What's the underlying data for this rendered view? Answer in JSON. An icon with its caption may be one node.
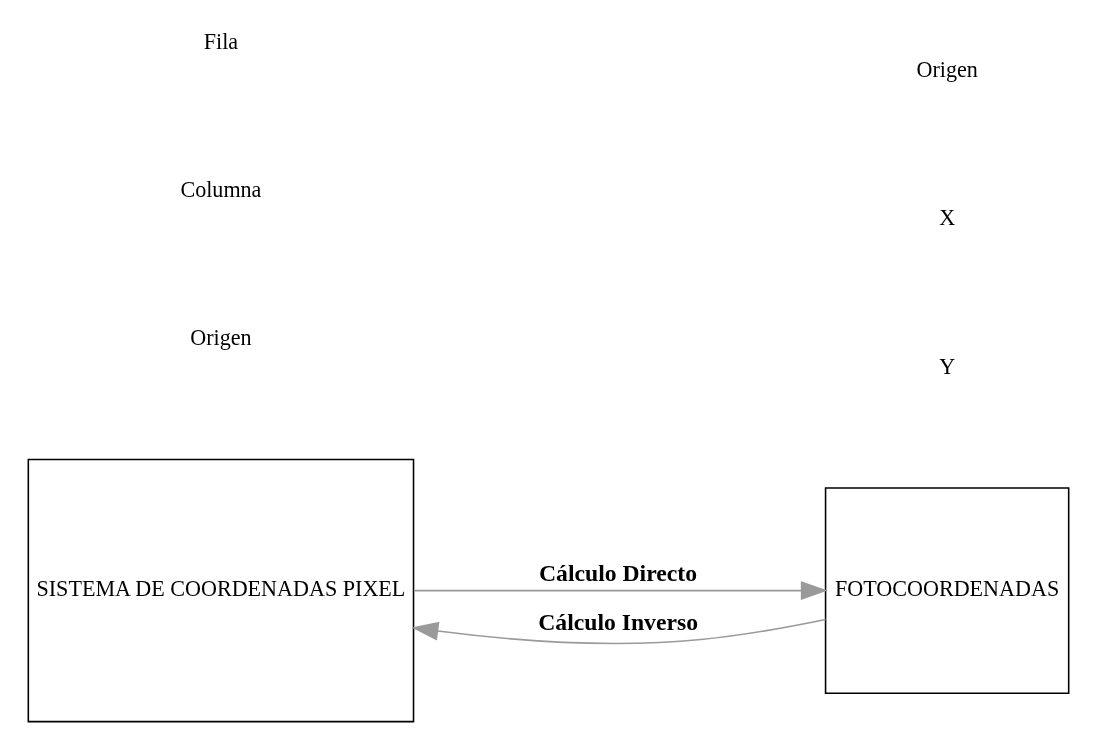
{
  "diagram": {
    "nodes": [
      {
        "text": [
          "SISTEMA DE COORDENADAS PIXEL"
        ]
      },
      {
        "text": [
          "FOTOCOORDENADAS"
        ]
      }
    ],
    "edges": [
      {
        "from": 0,
        "to": 1,
        "arrow": "to",
        "label": "Cálculo Directo"
      },
      {
        "from": 1,
        "to": 0,
        "arrow": "to",
        "label": "Cálculo Inverso"
      }
    ],
    "labels": [
      "Origen",
      "Columna",
      "Y",
      "X",
      "Origen",
      "Fila"
    ]
  }
}
